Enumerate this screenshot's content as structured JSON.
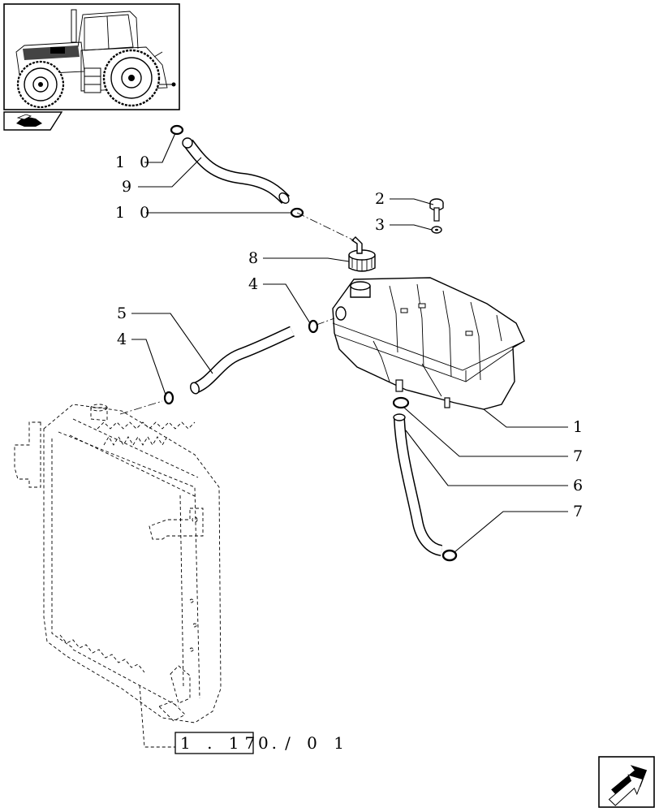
{
  "callouts": [
    {
      "id": "c10a",
      "label": "1 0"
    },
    {
      "id": "c9",
      "label": "9"
    },
    {
      "id": "c10b",
      "label": "1 0"
    },
    {
      "id": "c2",
      "label": "2"
    },
    {
      "id": "c3",
      "label": "3"
    },
    {
      "id": "c8",
      "label": "8"
    },
    {
      "id": "c4a",
      "label": "4"
    },
    {
      "id": "c5",
      "label": "5"
    },
    {
      "id": "c4b",
      "label": "4"
    },
    {
      "id": "c1",
      "label": "1"
    },
    {
      "id": "c7a",
      "label": "7"
    },
    {
      "id": "c6",
      "label": "6"
    },
    {
      "id": "c7b",
      "label": "7"
    }
  ],
  "reference": {
    "boxed": "1 . 17 .",
    "rest": "0 / 0 1"
  },
  "icons": {
    "thumbnail": "tractor-thumbnail",
    "section": "section-book-icon",
    "navigation": "next-page-arrow-icon"
  }
}
